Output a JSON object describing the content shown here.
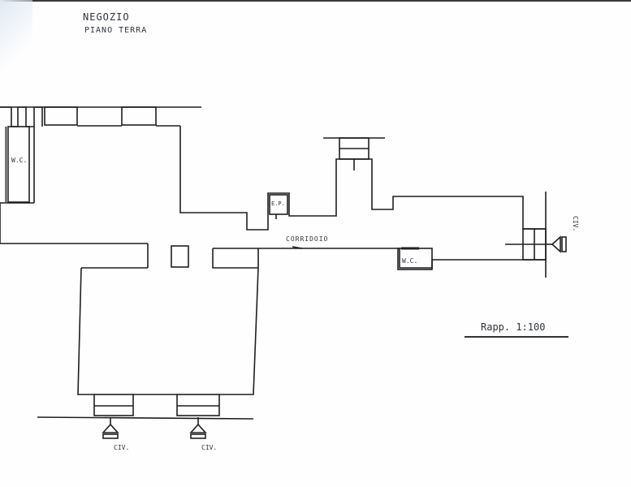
{
  "title": "NEGOZIO",
  "subtitle": "PIANO TERRA",
  "scale": "Rapp. 1:100",
  "labels": {
    "wc_left": "W.C.",
    "wc_right": "W.C.",
    "ep": "E.P.",
    "corridor": "CORRIDOIO",
    "civ_bottom_left": "CIV.",
    "civ_bottom_mid": "CIV.",
    "civ_right": "CIV."
  },
  "colors": {
    "ink": "#2f3340",
    "wall": "#1f1f1f",
    "paper": "#fefefe"
  }
}
